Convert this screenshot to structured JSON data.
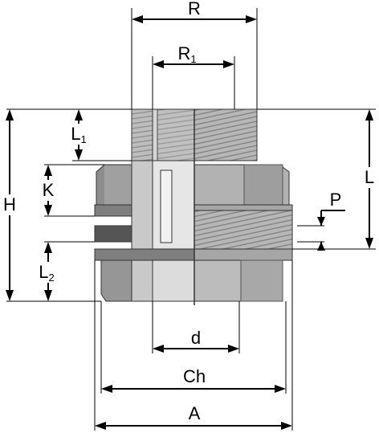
{
  "labels": {
    "R": "R",
    "R1": "R",
    "R1_sub": "1",
    "L1": "L",
    "L1_sub": "1",
    "K": "K",
    "H": "H",
    "L": "L",
    "P": "P",
    "L2": "L",
    "L2_sub": "2",
    "d": "d",
    "Ch": "Ch",
    "A": "A"
  },
  "colors": {
    "body_light": "#c9c9c9",
    "body_mid": "#a9a9a9",
    "body_dark": "#8a8a8a",
    "nut_light": "#b3b3b3",
    "nut_dark": "#7a7a7a",
    "gasket": "#555555",
    "outline": "#333333"
  }
}
